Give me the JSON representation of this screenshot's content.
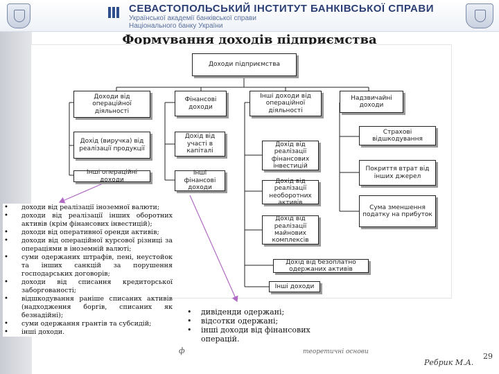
{
  "header": {
    "institute": "СЕВАСТОПОЛЬСЬКИЙ ІНСТИТУТ БАНКІВСЬКОЇ СПРАВИ",
    "subtitle_line1": "Української академії банківської справи",
    "subtitle_line2": "Національного банку України"
  },
  "slide": {
    "title": "Формування доходів підприємства"
  },
  "diagram": {
    "root": "Доходи підприємства",
    "categories": {
      "operating": "Доходи від операційної діяльності",
      "financial": "Фінансові доходи",
      "other": "Інші доходи від операційної діяльності",
      "extraordinary": "Надзвичайні доходи"
    },
    "operating_items": {
      "sales": "Дохід (виручка) від реалізації продукції",
      "other_operating": "Інші операційні доходи"
    },
    "financial_items": {
      "equity": "Дохід від участі в капіталі",
      "other_financial": "Інші фінансові доходи"
    },
    "other_items": {
      "fin_investments": "Дохід від реалізації фінансових інвестицій",
      "noncurrent": "Дохід від реалізації необоротних активів",
      "property": "Дохід від реалізації майнових комплексів",
      "free_assets": "Дохід від безоплатно одержаних активів",
      "other_income": "Інші доходи"
    },
    "extraordinary_items": {
      "insurance": "Страхові відшкодування",
      "loss_cover": "Покриття втрат від інших джерел",
      "tax_change": "Сума зменшення податку на прибуток"
    }
  },
  "other_operating_list": [
    "доходи від реалізації іноземної валюти;",
    "доходи від реалізації інших оборотних активів (крім фінансових інвестицій);",
    "доходи від оперативної оренди активів;",
    "доходи від операційної курсової різниці за операціями в іноземній валюті;",
    "суми одержаних штрафів, пені, неустойок та інших санкцій за порушення господарських договорів;",
    "доходи від списання кредиторської заборгованості;",
    "відшкодування раніше списаних активів (надходження боргів, списаних як безнадійні);",
    "суми одержання грантів та субсидій;",
    "інші доходи."
  ],
  "other_financial_list": [
    "дивіденди одержані;",
    "відсотки одержані;",
    "інші доходи від фінансових операцій."
  ],
  "footer": {
    "partial_left": "ф",
    "partial_text": "теоретичні основи",
    "author": "Ребрик М.А.",
    "page": "29"
  }
}
